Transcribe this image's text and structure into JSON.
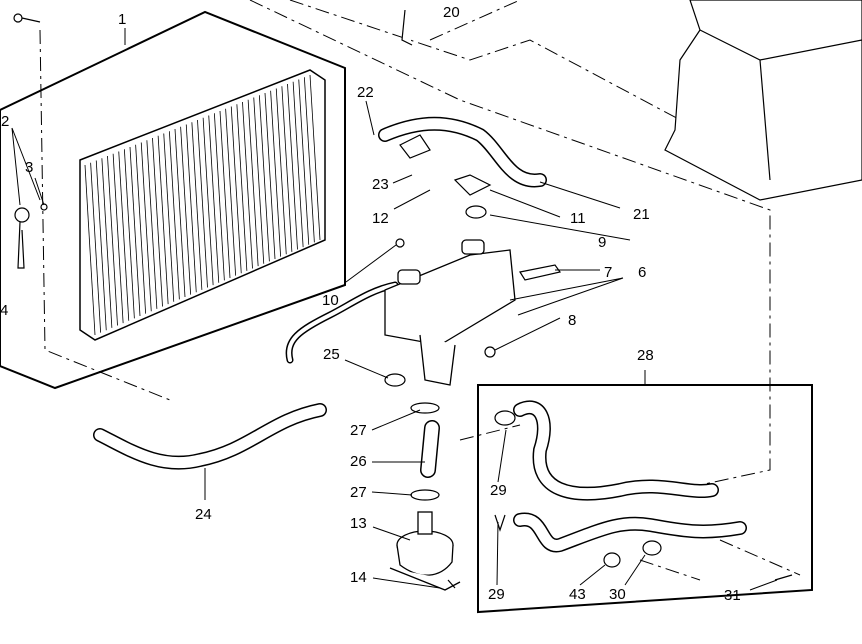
{
  "diagram": {
    "callouts": [
      {
        "id": "c1",
        "text": "1"
      },
      {
        "id": "c2",
        "text": "2"
      },
      {
        "id": "c3",
        "text": "3"
      },
      {
        "id": "c4",
        "text": "4"
      },
      {
        "id": "c20",
        "text": "20"
      },
      {
        "id": "c22",
        "text": "22"
      },
      {
        "id": "c23",
        "text": "23"
      },
      {
        "id": "c12",
        "text": "12"
      },
      {
        "id": "c11",
        "text": "11"
      },
      {
        "id": "c21",
        "text": "21"
      },
      {
        "id": "c9",
        "text": "9"
      },
      {
        "id": "c10",
        "text": "10"
      },
      {
        "id": "c7",
        "text": "7"
      },
      {
        "id": "c6",
        "text": "6"
      },
      {
        "id": "c8",
        "text": "8"
      },
      {
        "id": "c25",
        "text": "25"
      },
      {
        "id": "c28",
        "text": "28"
      },
      {
        "id": "c27a",
        "text": "27"
      },
      {
        "id": "c26",
        "text": "26"
      },
      {
        "id": "c27b",
        "text": "27"
      },
      {
        "id": "c24",
        "text": "24"
      },
      {
        "id": "c13",
        "text": "13"
      },
      {
        "id": "c14",
        "text": "14"
      },
      {
        "id": "c29a",
        "text": "29"
      },
      {
        "id": "c29b",
        "text": "29"
      },
      {
        "id": "c43",
        "text": "43"
      },
      {
        "id": "c30",
        "text": "30"
      },
      {
        "id": "c31",
        "text": "31"
      }
    ]
  }
}
